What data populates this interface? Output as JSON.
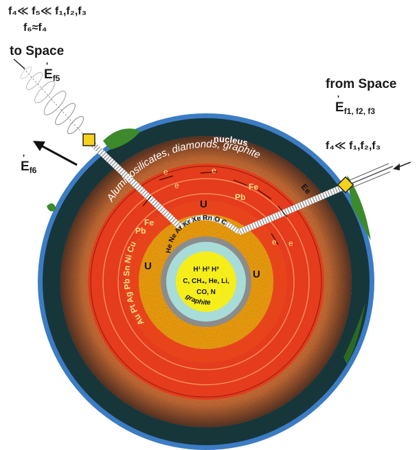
{
  "labels": {
    "relation_top": "f₄≪ f₅≪ f₁,f₂,f₃",
    "relation_second": "f₆≈f₄",
    "to_space": "to Space",
    "e_f5": "E",
    "e_f5_sub": "f5",
    "e_f6": "E",
    "e_f6_sub": "f6",
    "from_space": "from Space",
    "e_f123": "E",
    "e_f123_sub": "f1, f2, f3",
    "incoming_relation": "f₄≪ f₁,f₂,f₃"
  },
  "layers": {
    "nucleus": "nucleus",
    "silicates": "Aluminosilicates, diamonds, graphite",
    "graphite": "graphite",
    "gases_ring": "He  Ne  Ar  Kr  Xe  Rn  O  C",
    "core_line1": "H¹  H²  H³",
    "core_line2": "C, CH₄, He, Li,",
    "core_line3": "CO, N",
    "metals_left": "Au Pt Ag Pb Sn Ni Cu",
    "fe_top_right": "Fe",
    "pb_top_right": "Pb",
    "fe_left": "Fe",
    "pb_left": "Pb",
    "u_top": "U",
    "u_left": "U",
    "u_right": "U",
    "e_marker": "e",
    "ee_edge": "Ee"
  },
  "colors": {
    "ocean": "#3c7cc4",
    "crust": "#17363a",
    "mantle": "#d07838",
    "outer_core": "#e43c1c",
    "inner_core": "#f0a010",
    "gas_ring": "#a8dcd8",
    "graphite_ring": "#8c8c8c",
    "yellow_core": "#f6ee1a",
    "marker": "#f6d21c"
  }
}
